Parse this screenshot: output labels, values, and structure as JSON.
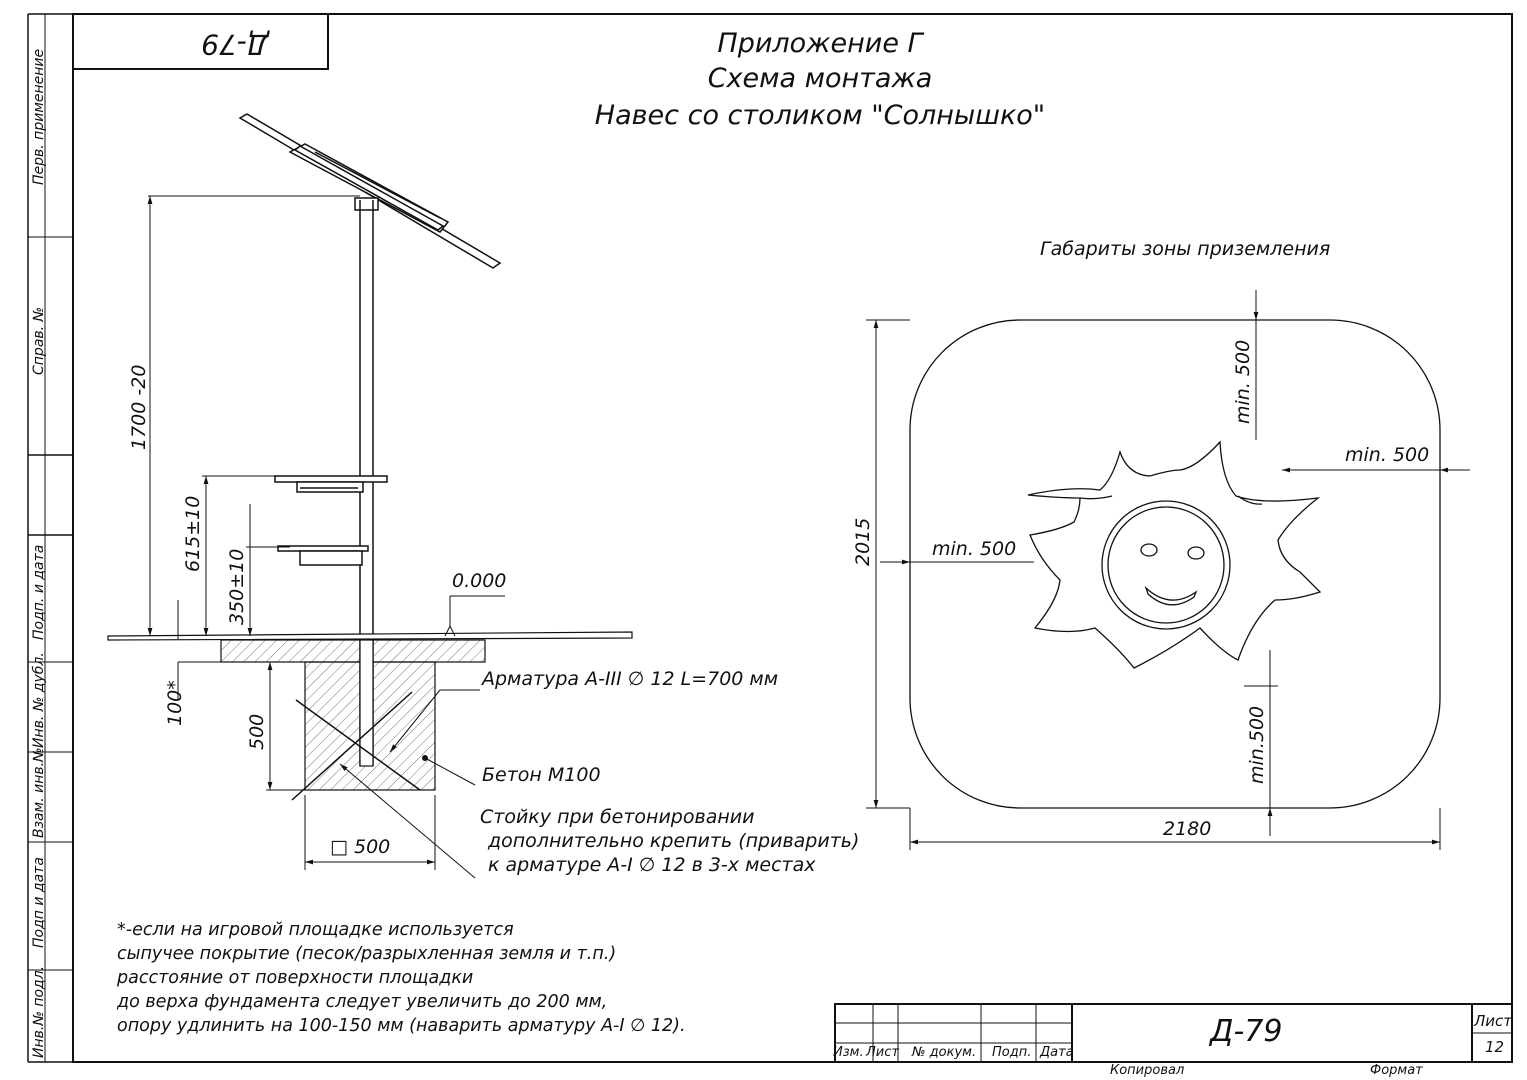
{
  "header": {
    "code_box": "Д-79",
    "line1": "Приложение Г",
    "line2": "Схема монтажа",
    "line3": "Навес со столиком \"Солнышко\""
  },
  "side_columns": {
    "perv": "Перв. применение",
    "sprav": "Справ. №",
    "podp_data1": "Подп. и дата",
    "inv_dubl": "Инв. № дубл.",
    "vzam": "Взам. инв.№",
    "podp_data2": "Подп и дата",
    "inv_podl": "Инв.№ подл."
  },
  "installation": {
    "dim_height": "1700 -20",
    "dim_615": "615±10",
    "dim_350": "350±10",
    "dim_100": "100*",
    "dim_500": "500",
    "level": "0.000",
    "base_size": "□ 500",
    "callout_rebar": "Арматура А-III ∅ 12 L=700 мм",
    "callout_concrete": "Бетон М100",
    "callout_fix_1": "Стойку при бетонировании",
    "callout_fix_2": "дополнительно крепить (приварить)",
    "callout_fix_3": "к  арматуре А-I ∅ 12 в 3-х местах"
  },
  "zone": {
    "title": "Габариты зоны приземления",
    "min_top": "min. 500",
    "min_right": "min. 500",
    "min_left": "min. 500",
    "min_bottom": "min.500",
    "width": "2180",
    "height": "2015"
  },
  "notes": [
    "*-если на игровой площадке используется",
    "сыпучее покрытие (песок/разрыхленная земля и т.п.)",
    "расстояние от поверхности площадки",
    "до верха фундамента  следует увеличить до 200 мм,",
    "опору удлинить на 100-150 мм (наварить арматуру А-I  ∅ 12)."
  ],
  "title_block": {
    "col_izm": "Изм.",
    "col_list": "Лист",
    "col_doc": "№ докум.",
    "col_podp": "Подп.",
    "col_date": "Дата",
    "doc_code": "Д-79",
    "sheet_label": "Лист",
    "sheet_number": "12",
    "copied": "Копировал",
    "format": "Формат"
  }
}
